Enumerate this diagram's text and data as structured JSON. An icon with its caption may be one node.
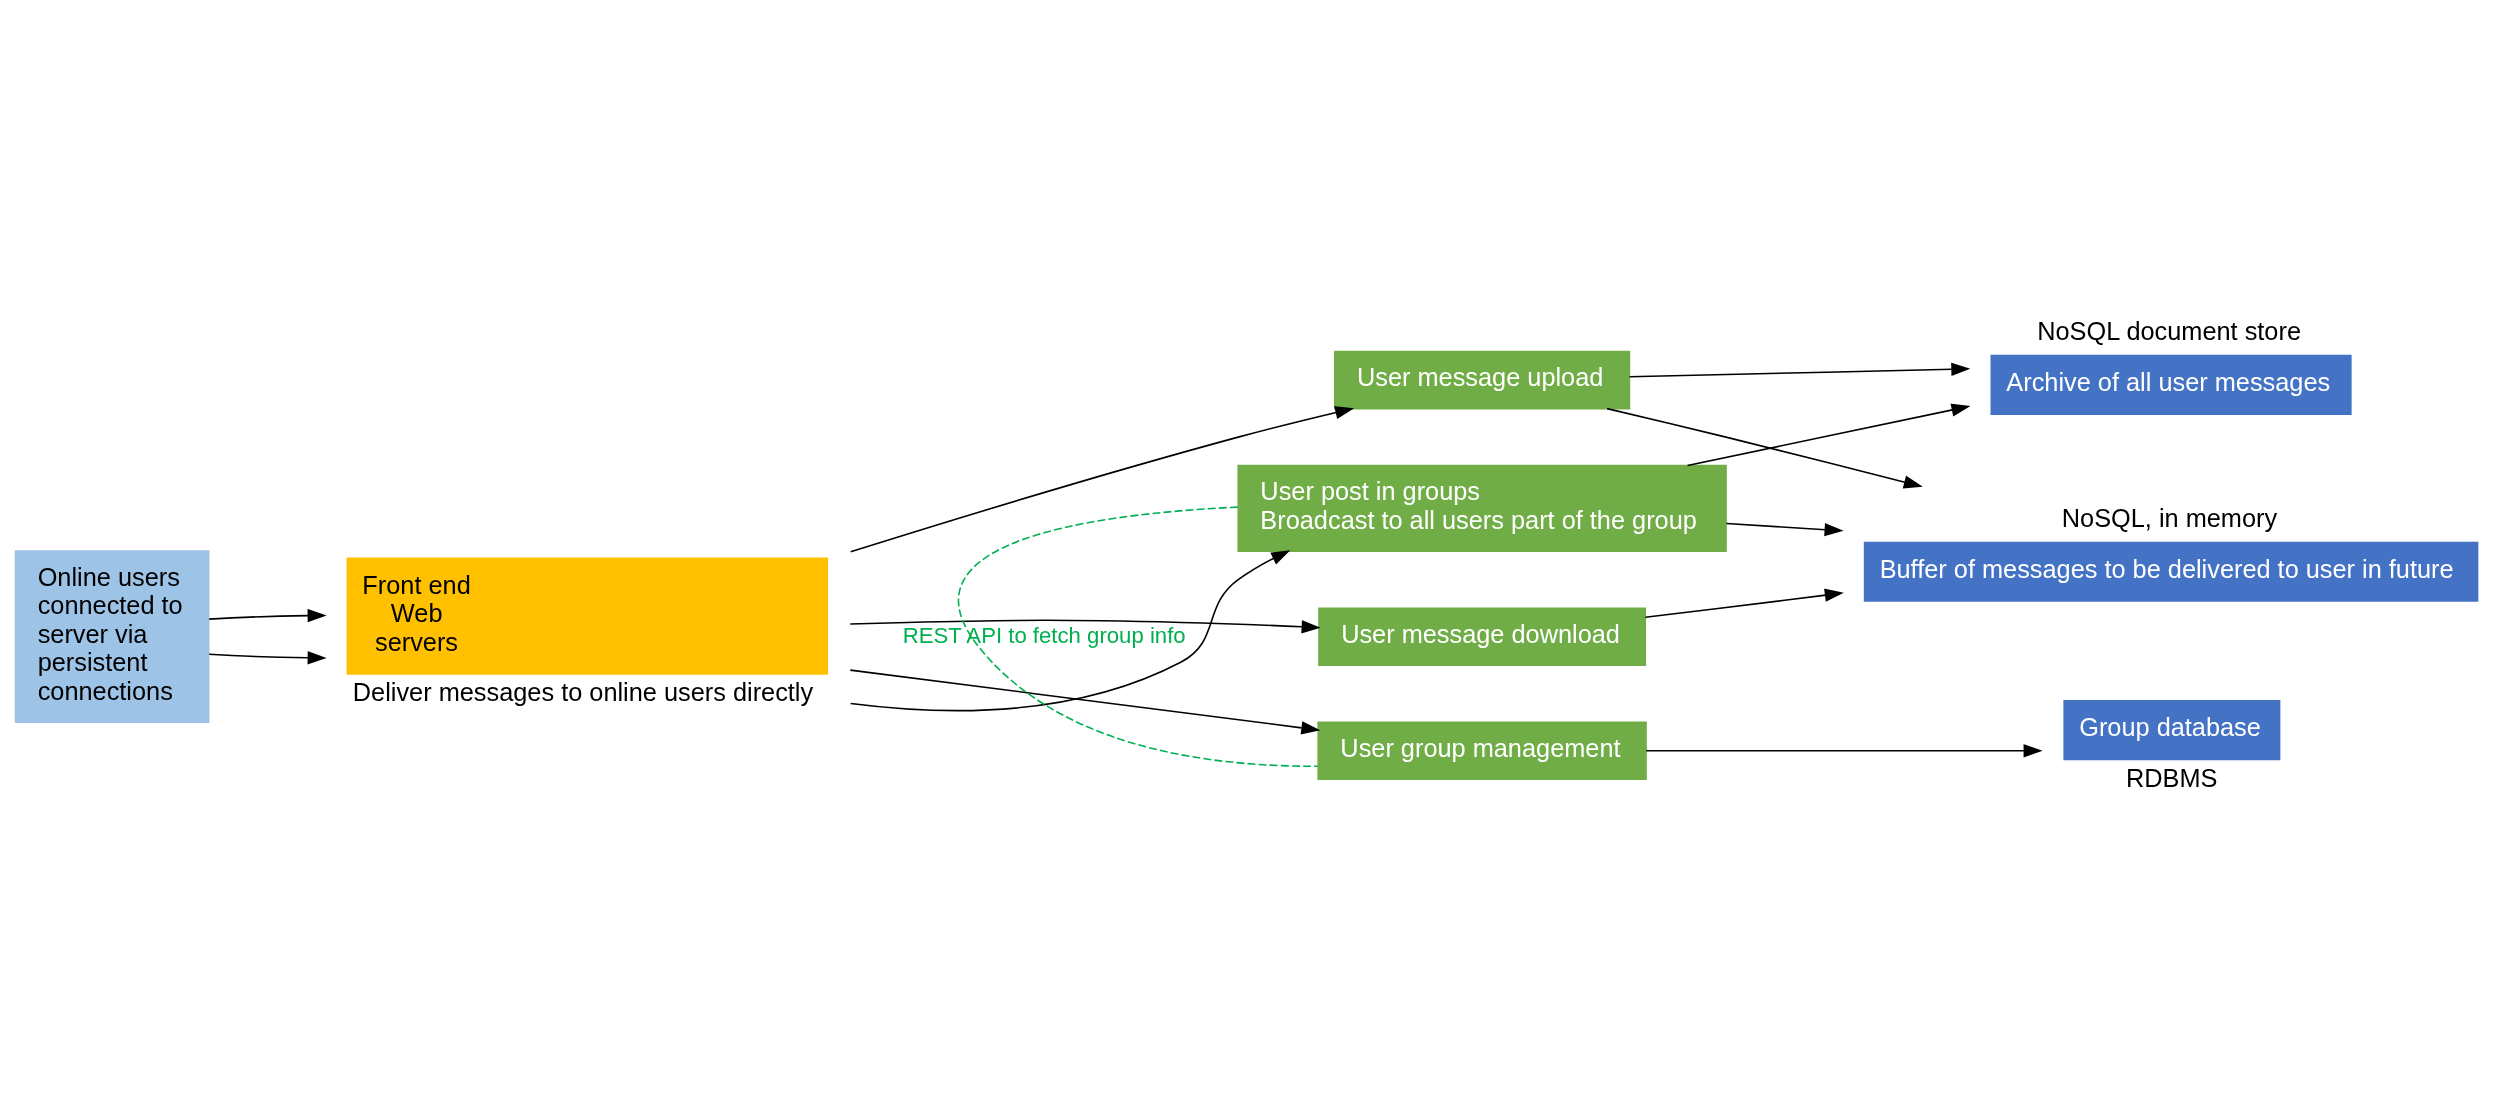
{
  "diagram": {
    "nodes": [
      {
        "text": [
          "Online users connected to server via persistent connections"
        ]
      },
      {
        "text": [
          "Front end Web servers"
        ],
        "beside": [
          "Deliver messages to online users directly"
        ]
      },
      {
        "text": [
          "User message upload"
        ]
      },
      {
        "text": [
          "User message download"
        ]
      },
      {
        "text": [
          "User group management"
        ]
      },
      {
        "text": [
          "User post in groups",
          "Broadcast to all users part of the group"
        ]
      },
      {
        "text": [
          "Archive of all user messages"
        ],
        "beside": [
          "NoSQL document store"
        ]
      },
      {
        "text": [
          "Buffer of messages to be delivered to user in future"
        ],
        "beside": [
          "NoSQL, in memory"
        ]
      },
      {
        "text": [
          "Group database"
        ],
        "beside": [
          "RDBMS"
        ]
      }
    ],
    "edges": [
      {
        "from": 0,
        "to": 1,
        "arrow": "to"
      },
      {
        "from": 0,
        "to": 1,
        "arrow": "to"
      },
      {
        "from": 1,
        "to": 2,
        "arrow": "to"
      },
      {
        "from": 1,
        "to": 3,
        "arrow": "to"
      },
      {
        "from": 1,
        "to": 4,
        "arrow": "to"
      },
      {
        "from": 1,
        "to": 5,
        "arrow": "to"
      },
      {
        "from": 2,
        "to": 6,
        "arrow": "to"
      },
      {
        "from": 2,
        "to": 7,
        "arrow": "to"
      },
      {
        "from": 3,
        "to": 7,
        "arrow": "to"
      },
      {
        "from": 4,
        "to": 8,
        "arrow": "to"
      },
      {
        "from": 5,
        "to": 4,
        "arrow": "none",
        "label": "REST API to fetch group info",
        "style": "dashed",
        "color": "#00b050"
      },
      {
        "from": 5,
        "to": 7,
        "arrow": "to"
      },
      {
        "from": 5,
        "to": 6,
        "arrow": "to"
      }
    ]
  }
}
